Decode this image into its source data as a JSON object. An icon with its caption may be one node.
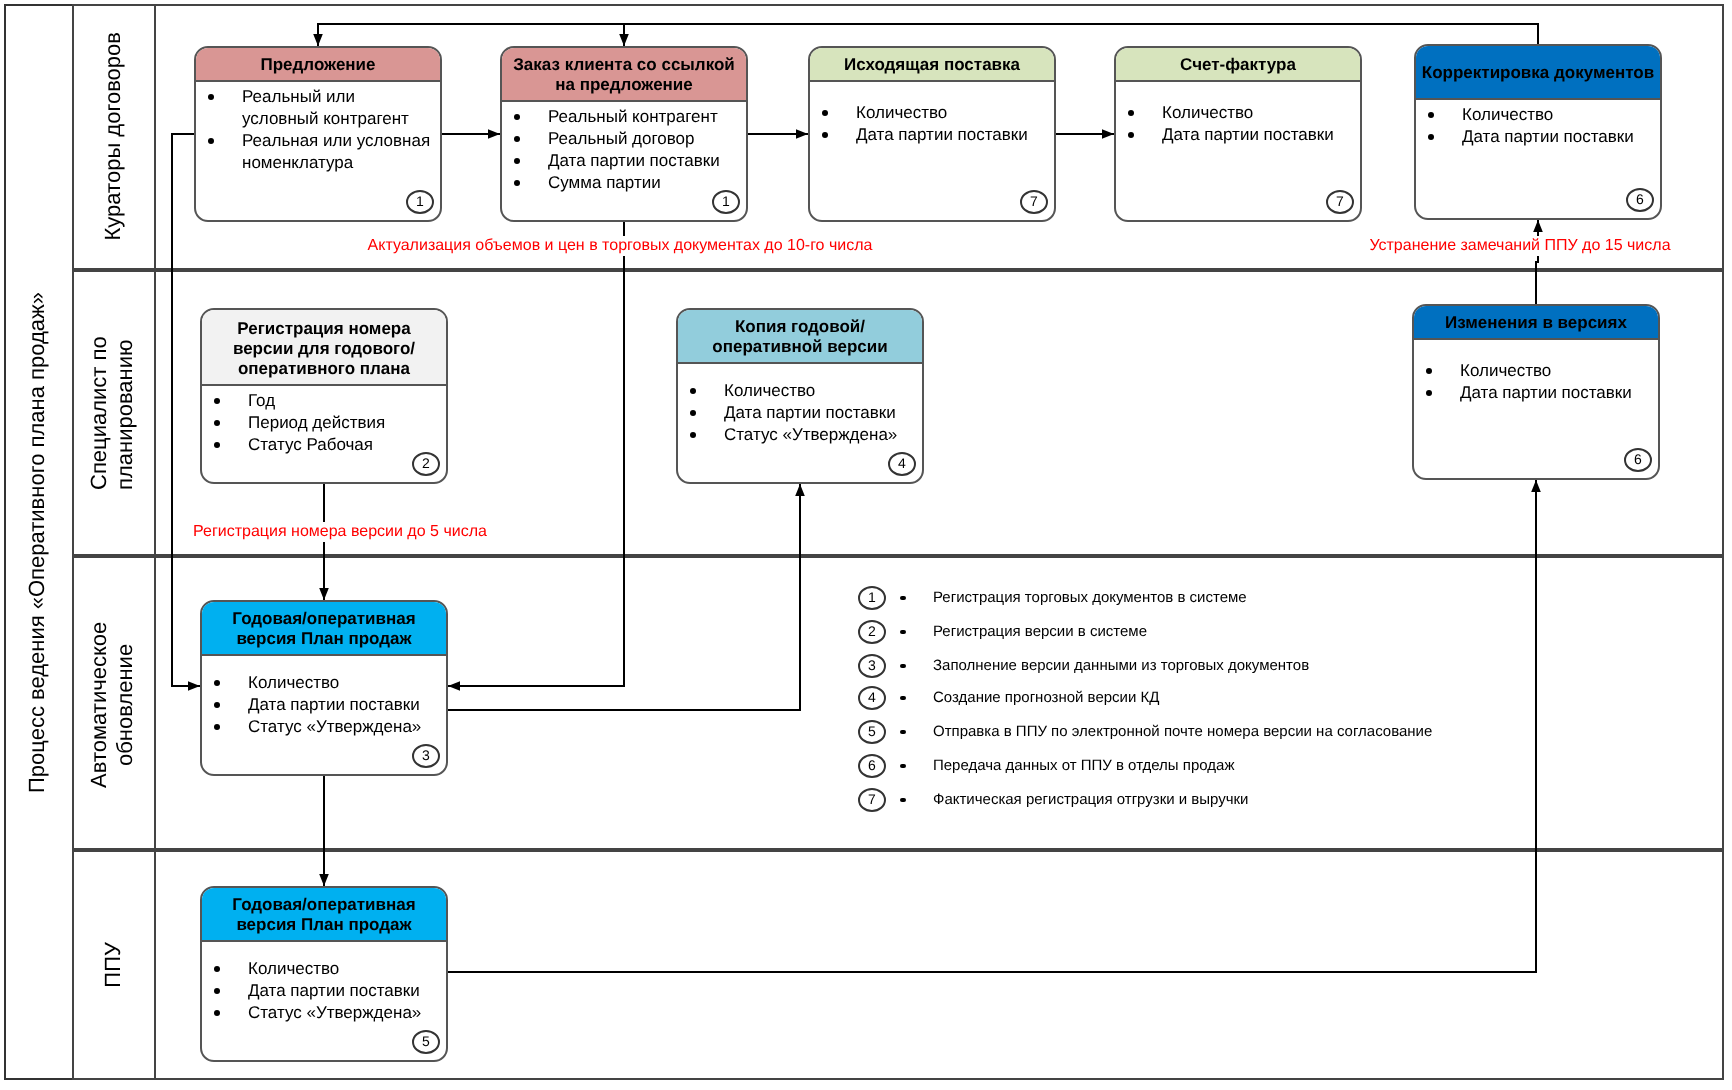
{
  "diagram": {
    "nodes": [
      {
        "text": [
          "Процесс ведения «Оперативного плана продаж»"
        ]
      },
      {
        "text": [
          "Кураторы договоров"
        ],
        "in": 0
      },
      {
        "text": [
          "Специалист по планированию"
        ],
        "in": 0
      },
      {
        "text": [
          "Автоматическое обновление"
        ],
        "in": 0
      },
      {
        "text": [
          "ППУ"
        ],
        "in": 0
      },
      {
        "text": [
          "Предложение",
          "Реальный или условный контрагент",
          "Реальная или условная номенклатура"
        ],
        "in": 1
      },
      {
        "text": [
          "1"
        ],
        "in": 5
      },
      {
        "text": [
          "Заказ клиента со ссылкой на предложение",
          "Реальный контрагент",
          "Реальный договор",
          "Дата партии поставки",
          "Сумма партии"
        ],
        "in": 1
      },
      {
        "text": [
          "1"
        ],
        "in": 7
      },
      {
        "text": [
          "Исходящая поставка",
          "Количество",
          "Дата партии поставки"
        ],
        "in": 1
      },
      {
        "text": [
          "7"
        ],
        "in": 9
      },
      {
        "text": [
          "Счет-фактура",
          "Количество",
          "Дата партии поставки"
        ],
        "in": 1
      },
      {
        "text": [
          "7"
        ],
        "in": 11
      },
      {
        "text": [
          "Корректировка документов",
          "Количество",
          "Дата партии поставки"
        ],
        "in": 1
      },
      {
        "text": [
          "6"
        ],
        "in": 13
      },
      {
        "text": [
          "Регистрация номера версии для годового/ оперативного плана",
          "Год",
          "Период действия",
          "Статус Рабочая"
        ],
        "in": 2
      },
      {
        "text": [
          "2"
        ],
        "in": 15
      },
      {
        "text": [
          "Копия годовой/ оперативной версии",
          "Количество",
          "Дата партии поставки",
          "Статус «Утверждена»"
        ],
        "in": 2
      },
      {
        "text": [
          "4"
        ],
        "in": 17
      },
      {
        "text": [
          "Изменения в версиях",
          "Количество",
          "Дата партии поставки"
        ],
        "in": 2
      },
      {
        "text": [
          "6"
        ],
        "in": 19
      },
      {
        "text": [
          "Годовая/оперативная версия План продаж",
          "Количество",
          "Дата партии поставки",
          "Статус «Утверждена»"
        ],
        "in": 3
      },
      {
        "text": [
          "3"
        ],
        "in": 21
      },
      {
        "text": [
          "1"
        ],
        "in": 3,
        "beside": [
          "Регистрация торговых документов в системе"
        ]
      },
      {
        "text": [
          "2"
        ],
        "in": 3,
        "beside": [
          "Регистрация версии в системе"
        ]
      },
      {
        "text": [
          "3"
        ],
        "in": 3,
        "beside": [
          "Заполнение версии данными из торговых документов"
        ]
      },
      {
        "text": [
          "4"
        ],
        "in": 3,
        "beside": [
          "Создание прогнозной версии КД"
        ]
      },
      {
        "text": [
          "5"
        ],
        "in": 3,
        "beside": [
          "Отправка в ППУ по электронной почте номера версии на согласование"
        ]
      },
      {
        "text": [
          "6"
        ],
        "in": 3,
        "beside": [
          "Передача данных от ППУ в отделы продаж"
        ]
      },
      {
        "text": [
          "7"
        ],
        "in": 3,
        "beside": [
          "Фактическая регистрация отгрузки и выручки"
        ]
      },
      {
        "text": [
          "Годовая/оперативная версия План продаж",
          "Количество",
          "Дата партии поставки",
          "Статус «Утверждена»"
        ],
        "in": 4
      },
      {
        "text": [
          "5"
        ],
        "in": 30
      }
    ],
    "edges": [
      {
        "from": 13,
        "to": 5,
        "arrow": "to"
      },
      {
        "from": 13,
        "to": 7,
        "arrow": "to"
      },
      {
        "from": 5,
        "to": 7,
        "arrow": "to"
      },
      {
        "from": 7,
        "to": 9,
        "arrow": "to"
      },
      {
        "from": 9,
        "to": 11,
        "arrow": "to"
      },
      {
        "from": 5,
        "to": 21,
        "arrow": "to"
      },
      {
        "from": 7,
        "to": 21,
        "arrow": "to",
        "label": "Актуализация объемов и цен в торговых документах до 10-го числа"
      },
      {
        "from": 15,
        "to": 21,
        "arrow": "to",
        "label": "Регистрация номера версии до 5 числа"
      },
      {
        "from": 21,
        "to": 17,
        "arrow": "to"
      },
      {
        "from": 21,
        "to": 30,
        "arrow": "to"
      },
      {
        "from": 30,
        "to": 19,
        "arrow": "to"
      },
      {
        "from": 19,
        "to": 13,
        "arrow": "to",
        "label": "Устранение замечаний ППУ до 15 числа"
      }
    ]
  }
}
